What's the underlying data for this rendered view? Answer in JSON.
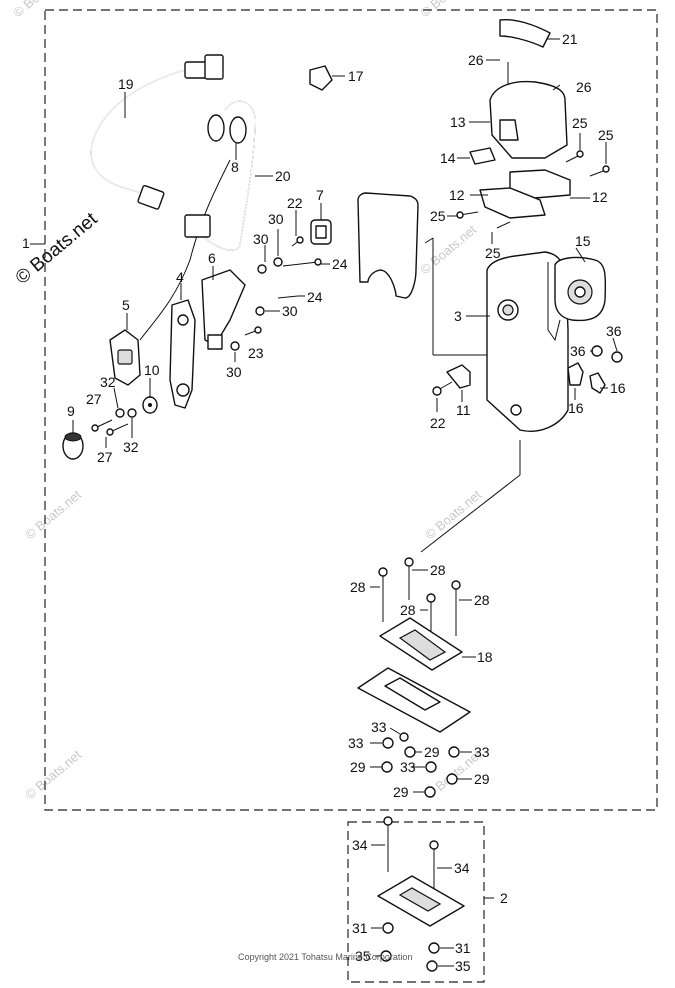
{
  "watermark": "© Boats.net",
  "copyright": "Copyright 2021 Tohatsu Marine Corporation",
  "callouts": {
    "c1": "1",
    "c2": "2",
    "c3": "3",
    "c4": "4",
    "c5": "5",
    "c6": "6",
    "c7": "7",
    "c8": "8",
    "c9": "9",
    "c10": "10",
    "c11": "11",
    "c12": "12",
    "c13": "13",
    "c14": "14",
    "c15": "15",
    "c16": "16",
    "c17": "17",
    "c18": "18",
    "c19": "19",
    "c20": "20",
    "c21": "21",
    "c22": "22",
    "c23": "23",
    "c24": "24",
    "c25": "25",
    "c26": "26",
    "c27": "27",
    "c28": "28",
    "c29": "29",
    "c30": "30",
    "c31": "31",
    "c32": "32",
    "c33": "33",
    "c34": "34",
    "c35": "35",
    "c36": "36"
  }
}
